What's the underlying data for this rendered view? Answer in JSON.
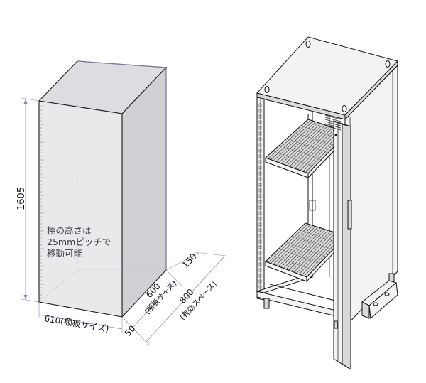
{
  "left_box": {
    "height_label": "1605",
    "width_label": "610(棚板サイズ)",
    "depth_label": "600",
    "depth_sub_label": "(棚板サイズ)",
    "space_label": "800",
    "space_sub_label": "(有効スペース)",
    "offset_front_label": "50",
    "offset_back_label": "150",
    "note_lines": [
      "棚の高さは",
      "25mmピッチで",
      "移動可能"
    ]
  },
  "right_figure": {
    "shelf_count": 2
  }
}
